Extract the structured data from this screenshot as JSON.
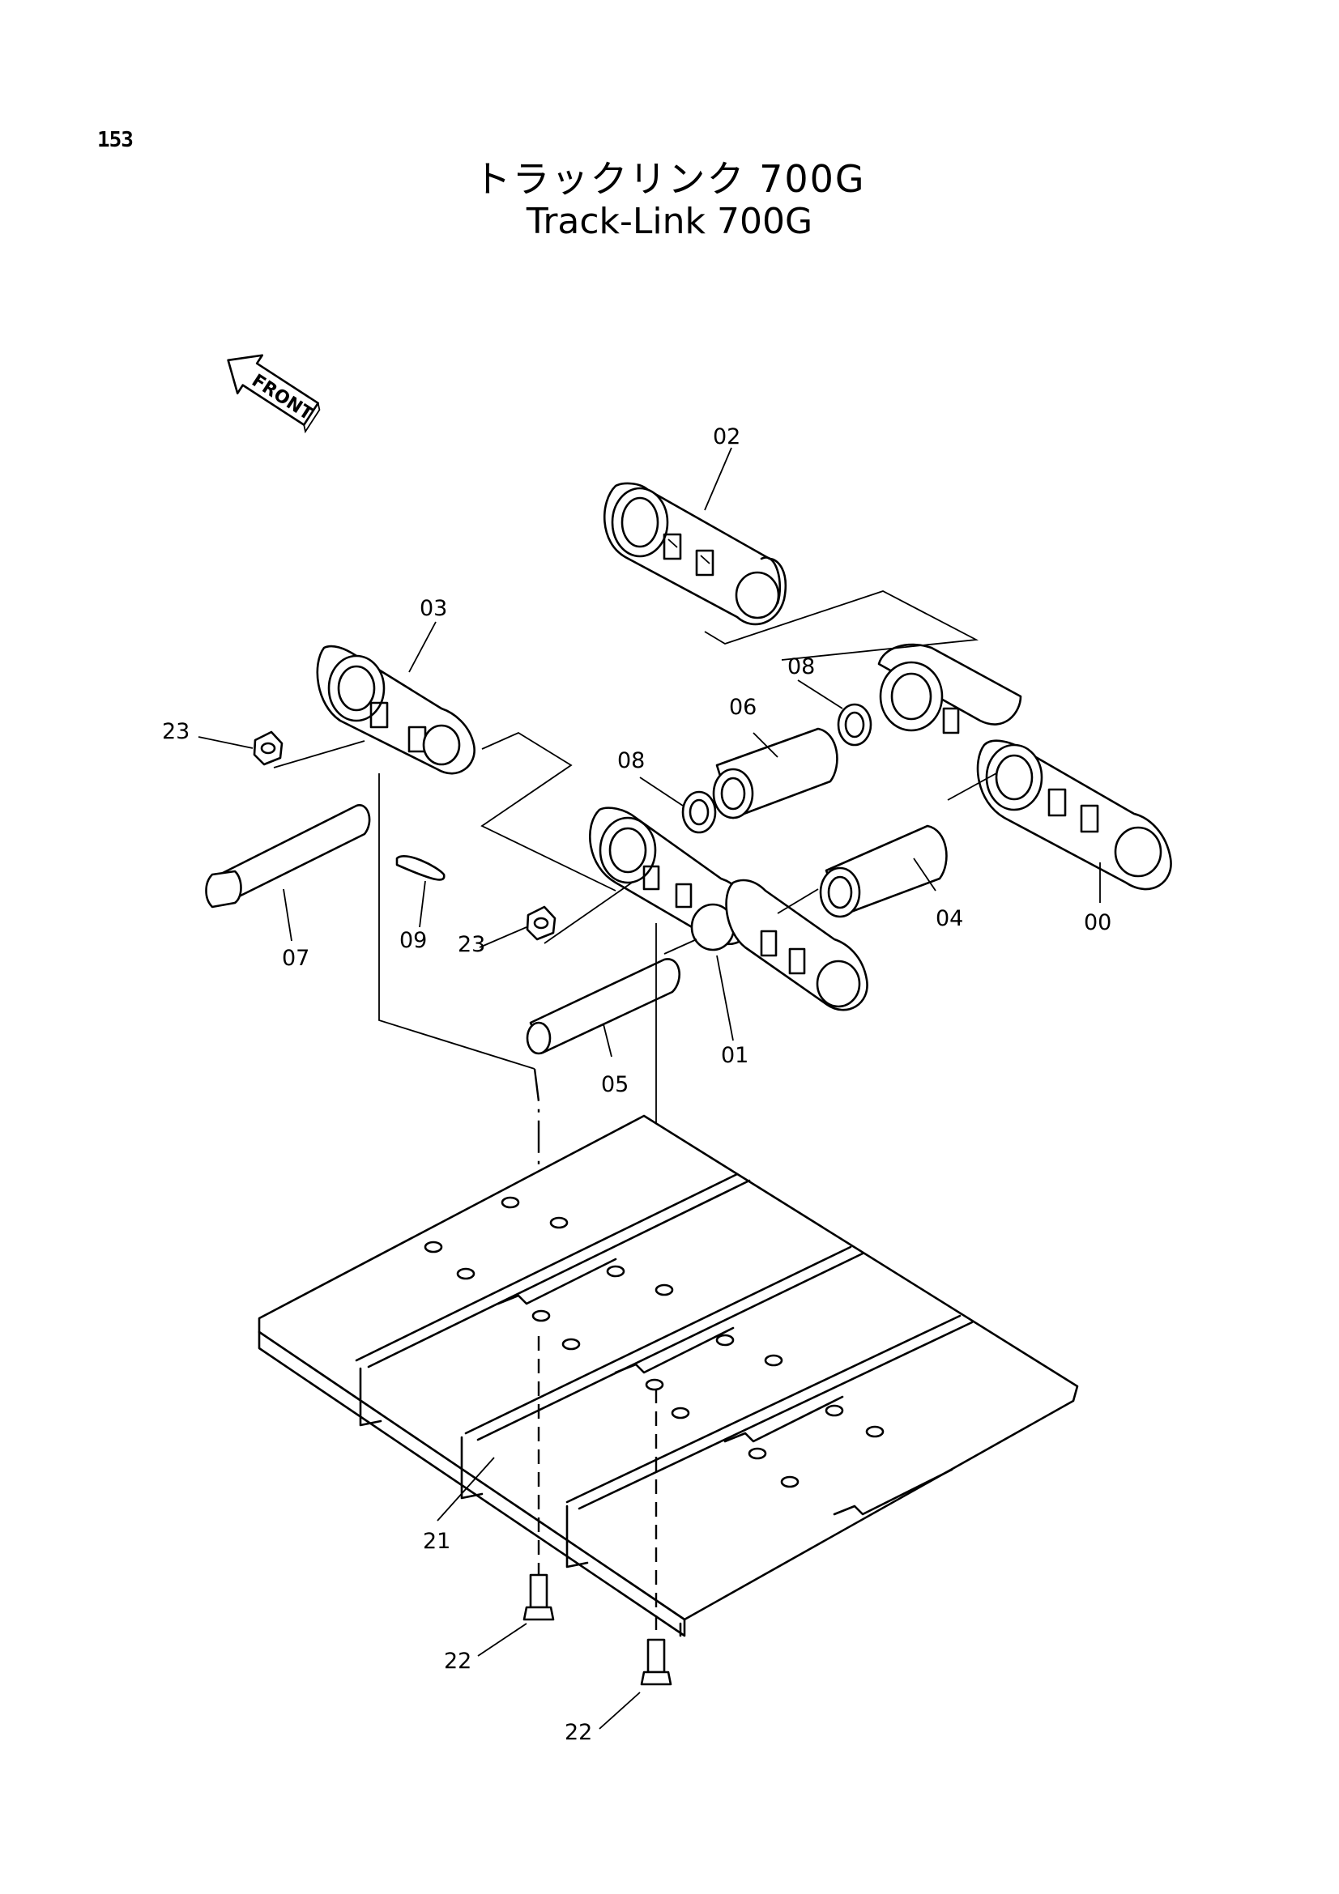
{
  "page": {
    "number": "153"
  },
  "title": {
    "japanese": "トラックリンク 700G",
    "english": "Track-Link 700G"
  },
  "front_arrow": {
    "label": "FRONT"
  },
  "callouts": {
    "c00": "00",
    "c01": "01",
    "c02": "02",
    "c03": "03",
    "c04": "04",
    "c05": "05",
    "c06": "06",
    "c07": "07",
    "c08a": "08",
    "c08b": "08",
    "c09": "09",
    "c21": "21",
    "c22a": "22",
    "c22b": "22",
    "c23a": "23",
    "c23b": "23"
  }
}
